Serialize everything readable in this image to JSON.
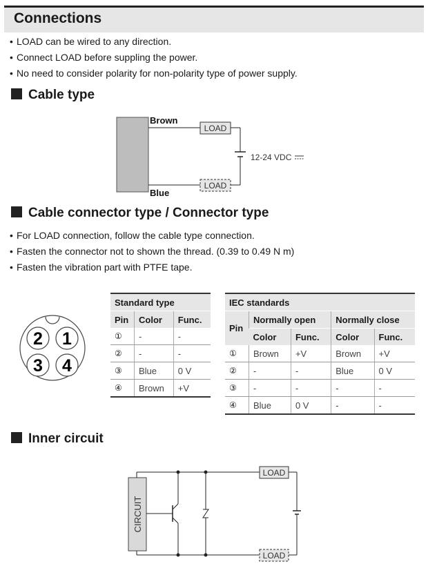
{
  "connections": {
    "title": "Connections",
    "bullets": [
      "LOAD can be wired to any direction.",
      "Connect LOAD before suppling the power.",
      "No need to consider polarity for non-polarity type of power supply."
    ]
  },
  "cable_type": {
    "title": "Cable type",
    "brown_label": "Brown",
    "blue_label": "Blue",
    "load_label": "LOAD",
    "supply_label": "12-24 VDC"
  },
  "connector_type": {
    "title": "Cable connector type / Connector type",
    "bullets": [
      "For LOAD connection, follow the cable type connection.",
      "Fasten the connector not to shown the thread.  (0.39 to 0.49 N m)",
      "Fasten the vibration part with PTFE tape."
    ],
    "pin_numbers": [
      "2",
      "1",
      "3",
      "4"
    ]
  },
  "standard_table": {
    "title": "Standard type",
    "headers": [
      "Pin",
      "Color",
      "Func."
    ],
    "rows": [
      [
        "①",
        "-",
        "-"
      ],
      [
        "②",
        "-",
        "-"
      ],
      [
        "③",
        "Blue",
        "0 V"
      ],
      [
        "④",
        "Brown",
        "+V"
      ]
    ]
  },
  "iec_table": {
    "title": "IEC standards",
    "pin_header": "Pin",
    "group_headers": [
      "Normally open",
      "Normally close"
    ],
    "sub_headers": [
      "Color",
      "Func.",
      "Color",
      "Func."
    ],
    "rows": [
      [
        "①",
        "Brown",
        "+V",
        "Brown",
        "+V"
      ],
      [
        "②",
        "-",
        "-",
        "Blue",
        "0 V"
      ],
      [
        "③",
        "-",
        "-",
        "-",
        "-"
      ],
      [
        "④",
        "Blue",
        "0 V",
        "-",
        "-"
      ]
    ]
  },
  "inner_circuit": {
    "title": "Inner circuit",
    "circuit_label": "CIRCUIT",
    "load_label": "LOAD"
  }
}
